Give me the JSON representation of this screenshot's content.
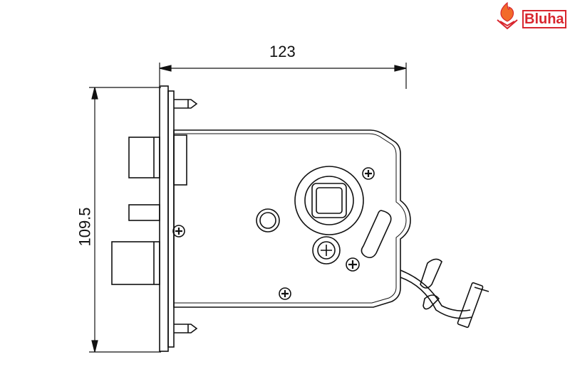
{
  "logo": {
    "text": "Bluha",
    "color": "#d8262e"
  },
  "dimensions": {
    "width_label": "123",
    "height_label": "109.5"
  },
  "colors": {
    "line": "#111111"
  }
}
